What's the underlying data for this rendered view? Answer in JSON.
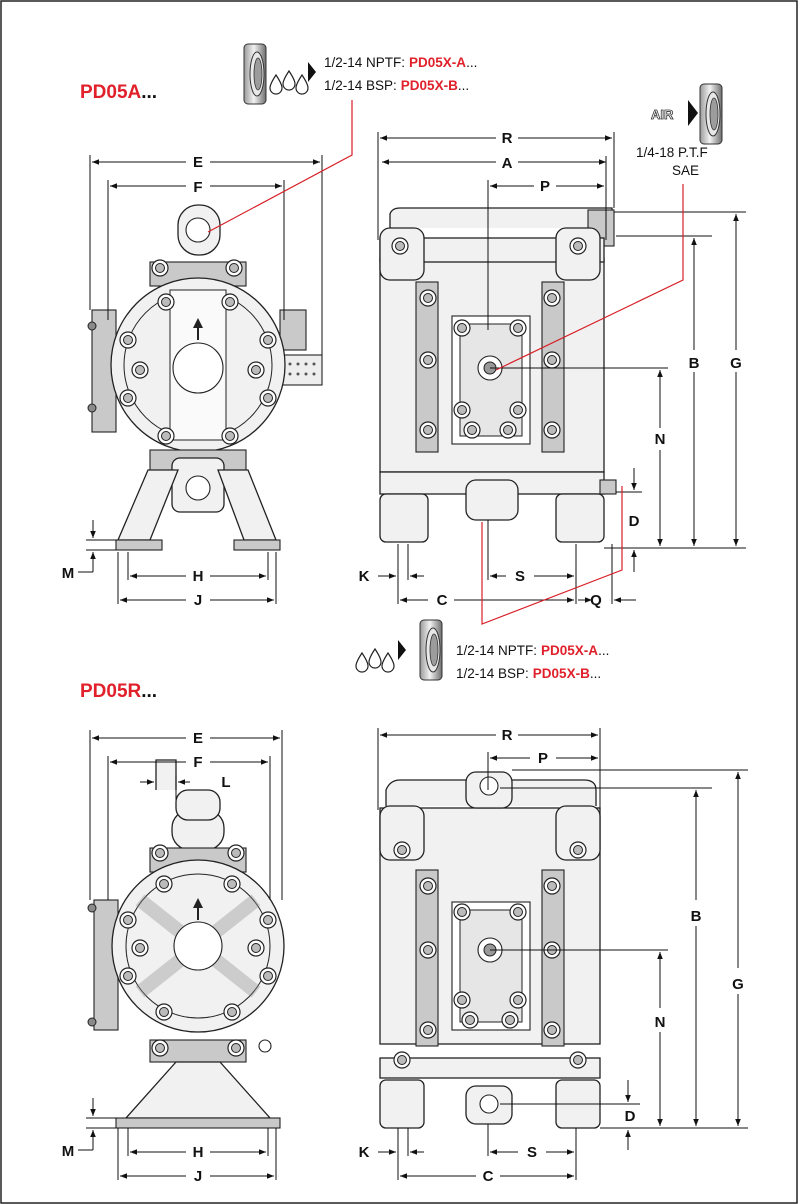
{
  "models": [
    {
      "code": "PD05A",
      "suffix": "..."
    },
    {
      "code": "PD05R",
      "suffix": "..."
    }
  ],
  "fluid_ports": {
    "npt_label": "1/2-14 NPTF:",
    "npt_code": "PD05X-A",
    "npt_suffix": "...",
    "bsp_label": "1/2-14 BSP:",
    "bsp_code": "PD05X-B",
    "bsp_suffix": "..."
  },
  "air_port": {
    "badge": "AIR",
    "line1": "1/4-18 P.T.F",
    "line2": "SAE"
  },
  "dimension_labels": {
    "A": "A",
    "B": "B",
    "C": "C",
    "D": "D",
    "E": "E",
    "F": "F",
    "G": "G",
    "H": "H",
    "J": "J",
    "K": "K",
    "L": "L",
    "M": "M",
    "N": "N",
    "P": "P",
    "Q": "Q",
    "R": "R",
    "S": "S"
  },
  "colors": {
    "accent_red": "#e0202a",
    "line": "#111111",
    "pump_fill": "#f1f1f1",
    "pump_shade": "#c9c9c9"
  },
  "icons": [
    "fluid-drops-icon",
    "threaded-port-icon",
    "air-arrow-icon",
    "flow-arrow-icon",
    "muffler-icon"
  ]
}
